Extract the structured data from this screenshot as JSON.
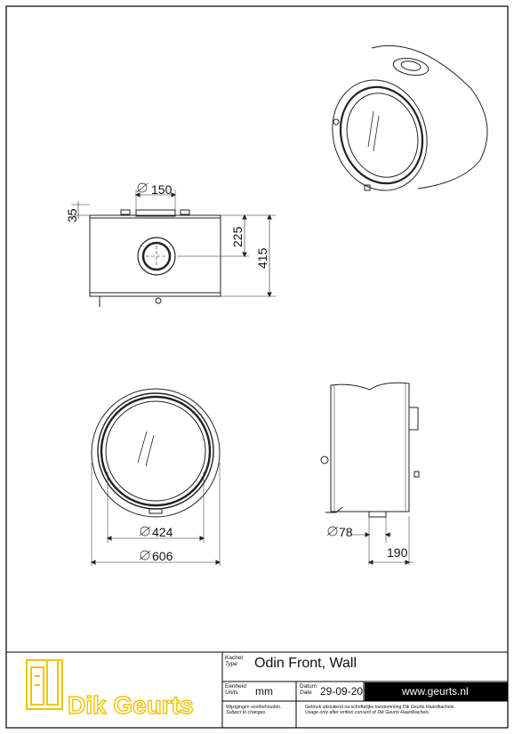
{
  "drawing": {
    "dimensions": {
      "pipe_diameter": "150",
      "top_offset": "35",
      "pipe_height": "225",
      "total_height": "415",
      "glass_diameter": "424",
      "body_diameter": "606",
      "rear_pipe_diameter": "78",
      "depth": "190"
    }
  },
  "titleblock": {
    "logo_text": "Dik Geurts",
    "type_label_nl": "Kachel",
    "type_label_en": "Type",
    "type_value": "Odin Front, Wall",
    "units_label_nl": "Eenheid",
    "units_label_en": "Units",
    "units_value": "mm",
    "date_label_nl": "Datum",
    "date_label_en": "Date",
    "date_value": "29-09-20",
    "website": "www.geurts.nl",
    "changes_nl": "Wijzigingen voorbehouden.",
    "changes_en": "Subject to changes.",
    "usage_nl": "Gebruik uitsluitend na schriftelijke toestemming Dik Geurts Haardkachels.",
    "usage_en": "Usage only after written consent of Dik Geurts Haardkachels.",
    "colors": {
      "logo": "#f2c300",
      "bar": "#000000"
    }
  }
}
